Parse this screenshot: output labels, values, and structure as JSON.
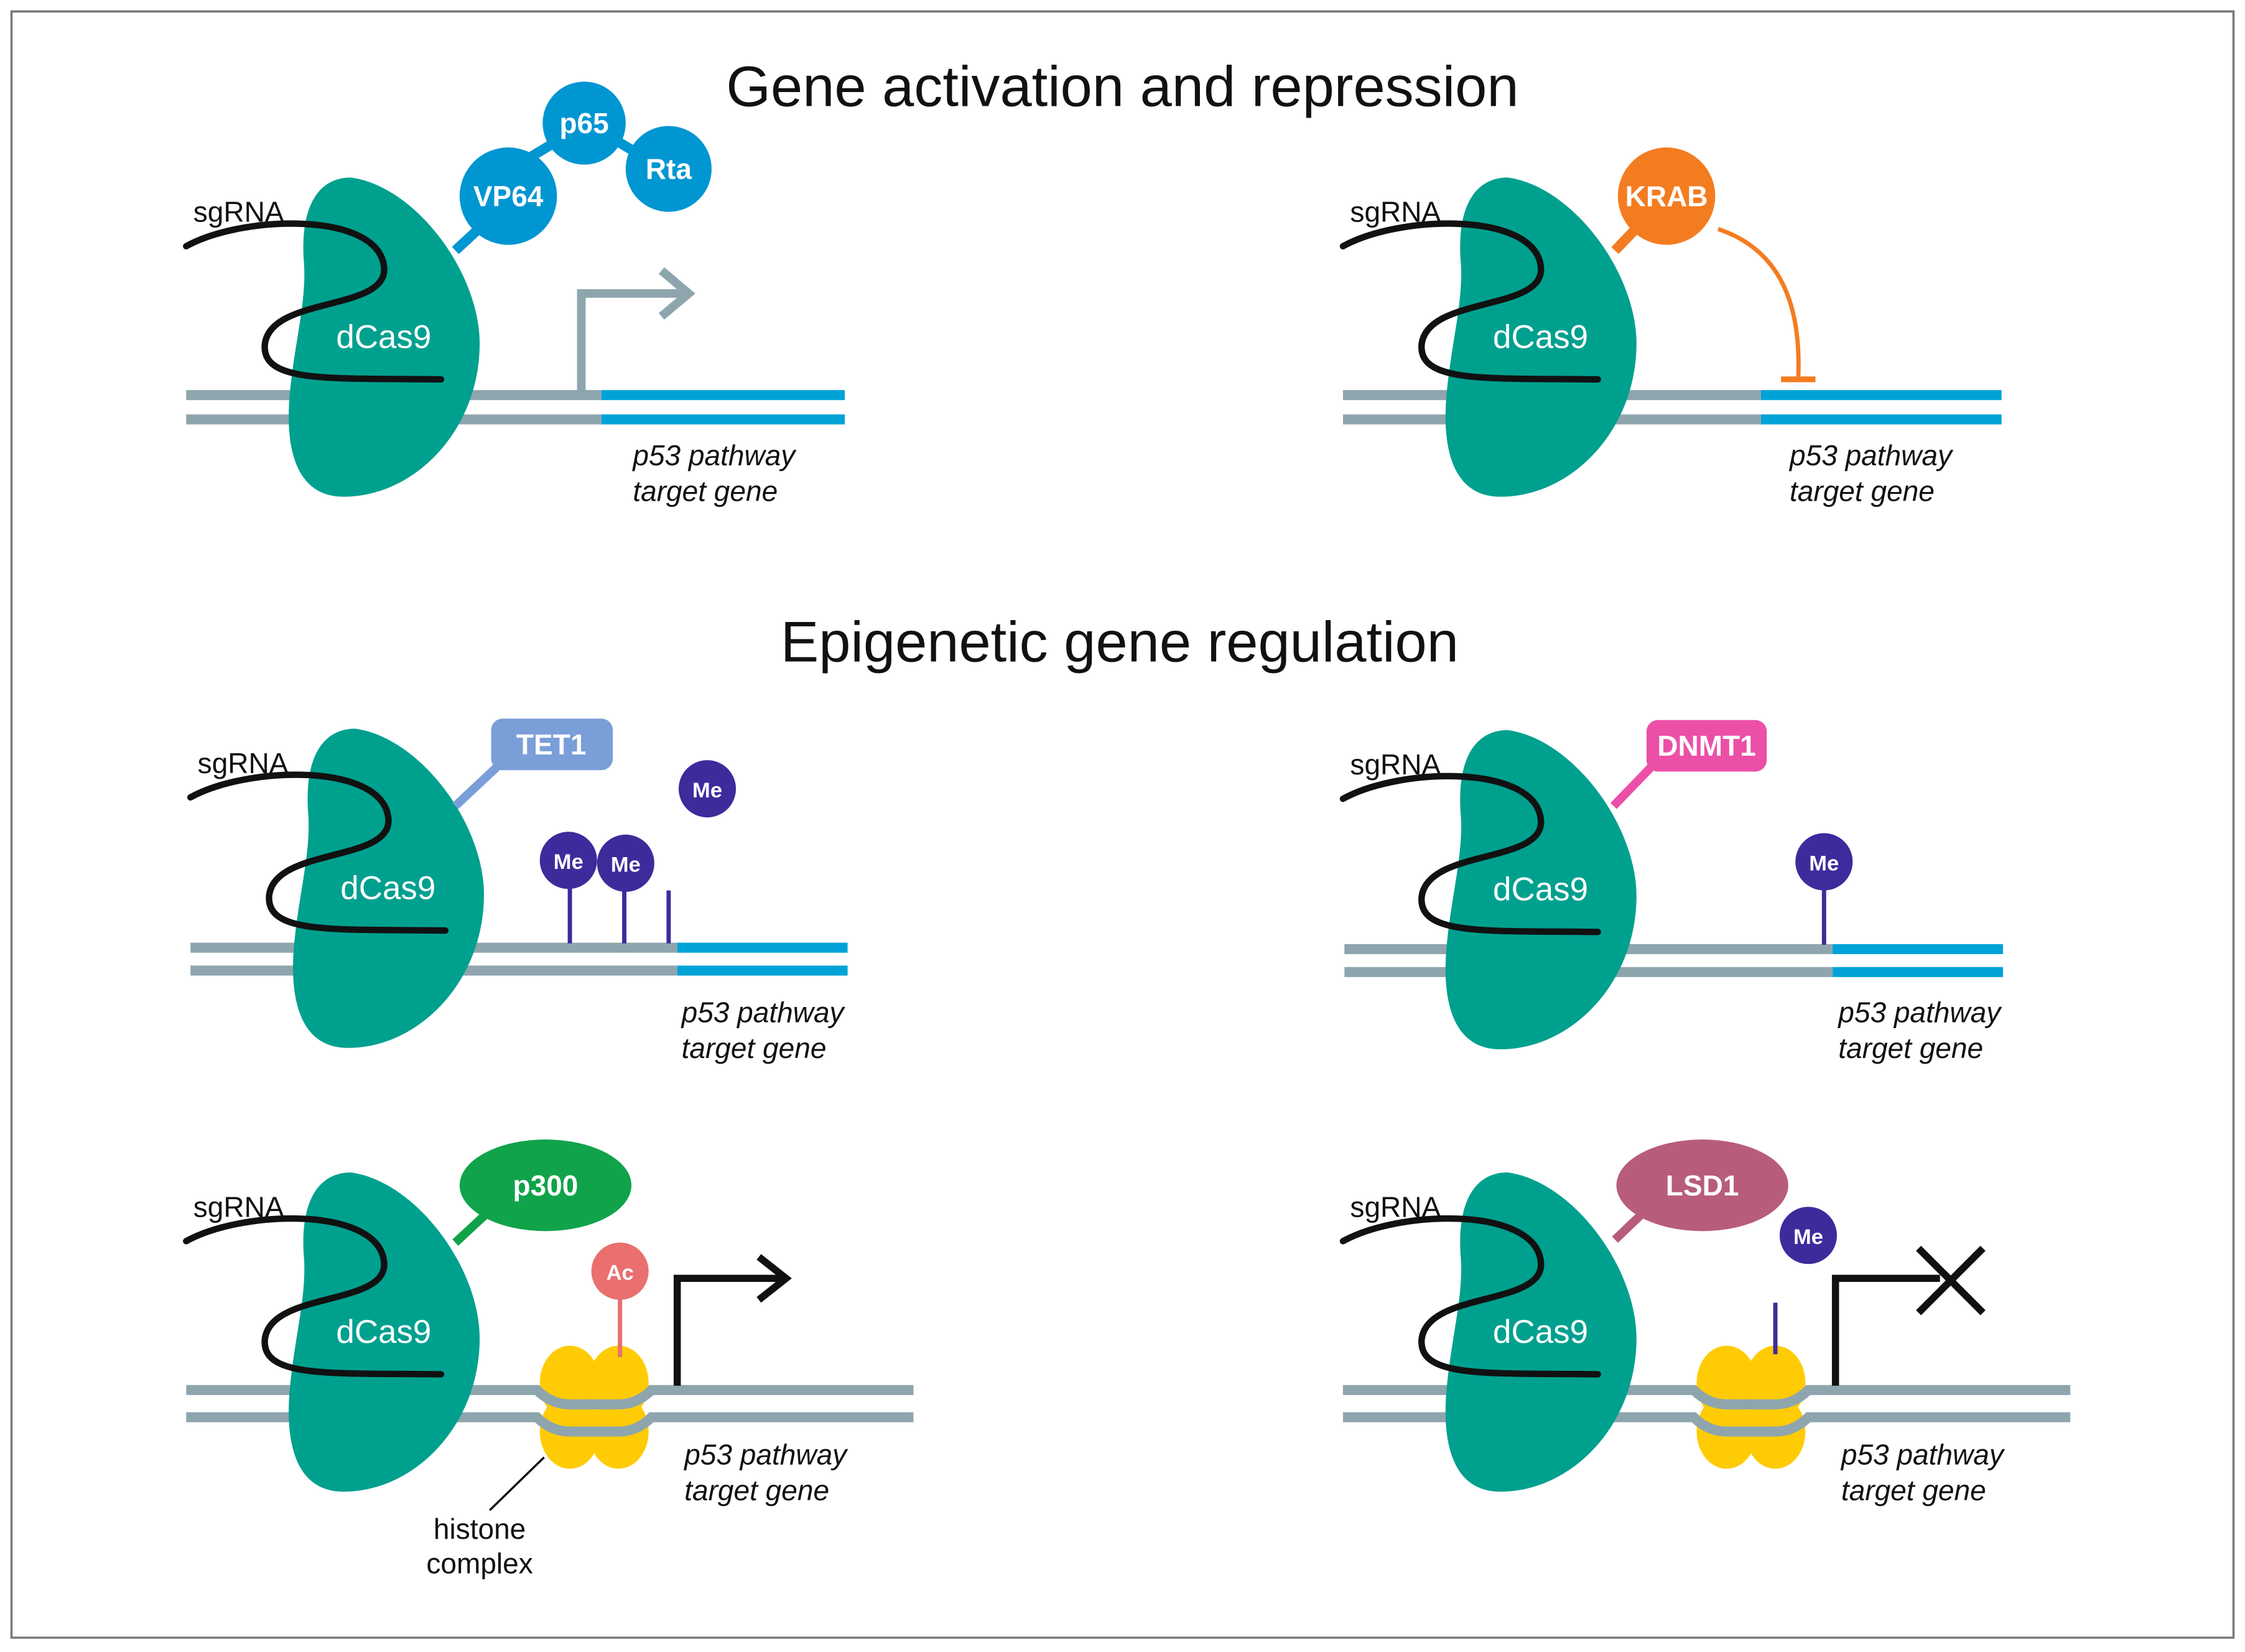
{
  "titles": {
    "activation": "Gene activation and repression",
    "epigenetic": "Epigenetic gene regulation"
  },
  "common": {
    "sgrna": "sgRNA",
    "dcas9": "dCas9",
    "gene_line1": "p53 pathway",
    "gene_line2": "target gene"
  },
  "panels": {
    "activation": {
      "domains": [
        "VP64",
        "p65",
        "Rta"
      ]
    },
    "repression": {
      "domain": "KRAB"
    },
    "demethylation": {
      "domain": "TET1",
      "marks": [
        "Me",
        "Me",
        "Me"
      ]
    },
    "methylation": {
      "domain": "DNMT1",
      "marks": [
        "Me"
      ]
    },
    "acetylation": {
      "domain": "p300",
      "mark": "Ac",
      "histone_label_1": "histone",
      "histone_label_2": "complex"
    },
    "histone_demethylation": {
      "domain": "LSD1",
      "mark": "Me"
    }
  },
  "colors": {
    "dcas9": "#00a08f",
    "dna": "#8fa5ae",
    "gene": "#00a3d7",
    "activator": "#0096d2",
    "krab": "#f47c20",
    "tet1": "#7a9ed8",
    "dnmt1": "#ec4fa8",
    "methyl": "#3f2a9c",
    "p300": "#10a34a",
    "acetyl": "#ea6f6f",
    "lsd1": "#b85c7c",
    "histone": "#ffcb05"
  }
}
